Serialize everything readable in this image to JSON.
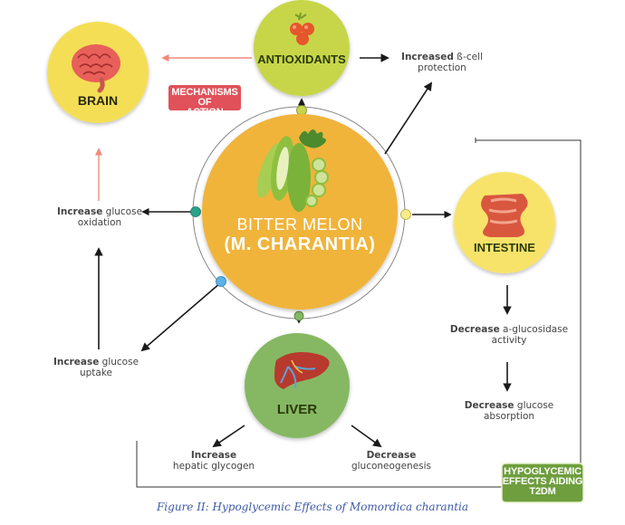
{
  "center": {
    "line1": "BITTER MELON",
    "line2": "(M. CHARANTIA)"
  },
  "nodes": {
    "antioxidants": "ANTIOXIDANTS",
    "brain": "BRAIN",
    "intestine": "INTESTINE",
    "liver": "LIVER"
  },
  "mechanisms_badge": {
    "line1": "MECHANISMS OF",
    "line2": "ACTION AIDING AD"
  },
  "hypo_badge": {
    "line1": "HYPOGLYCEMIC",
    "line2": "EFFECTS AIDING",
    "line3": "T2DM"
  },
  "effects": {
    "beta_cell": {
      "bold": "Increased",
      "rest1": " ß-cell",
      "rest2": "protection"
    },
    "glucose_oxidation": {
      "bold": "Increase",
      "rest1": " glucose",
      "rest2": "oxidation"
    },
    "glucose_uptake": {
      "bold": "Increase",
      "rest1": " glucose",
      "rest2": "uptake"
    },
    "glucosidase": {
      "bold": "Decrease",
      "rest1": " a-glucosidase",
      "rest2": "activity"
    },
    "glucose_absorption": {
      "bold": "Decrease",
      "rest1": " glucose",
      "rest2": "absorption"
    },
    "hepatic_glycogen": {
      "bold": "Increase",
      "rest2": "hepatic glycogen"
    },
    "gluconeogenesis": {
      "bold": "Decrease",
      "rest2": "gluconeogenesis"
    }
  },
  "caption": "Figure II:  Hypoglycemic Effects of  Momordica charantia",
  "colors": {
    "center": "#f0b43a",
    "antioxidants": "#c7d64a",
    "brain": "#f4de55",
    "intestine": "#f7e36a",
    "liver": "#86b864",
    "mechanisms": "#e0515a",
    "hypo": "#6e9e3d"
  }
}
